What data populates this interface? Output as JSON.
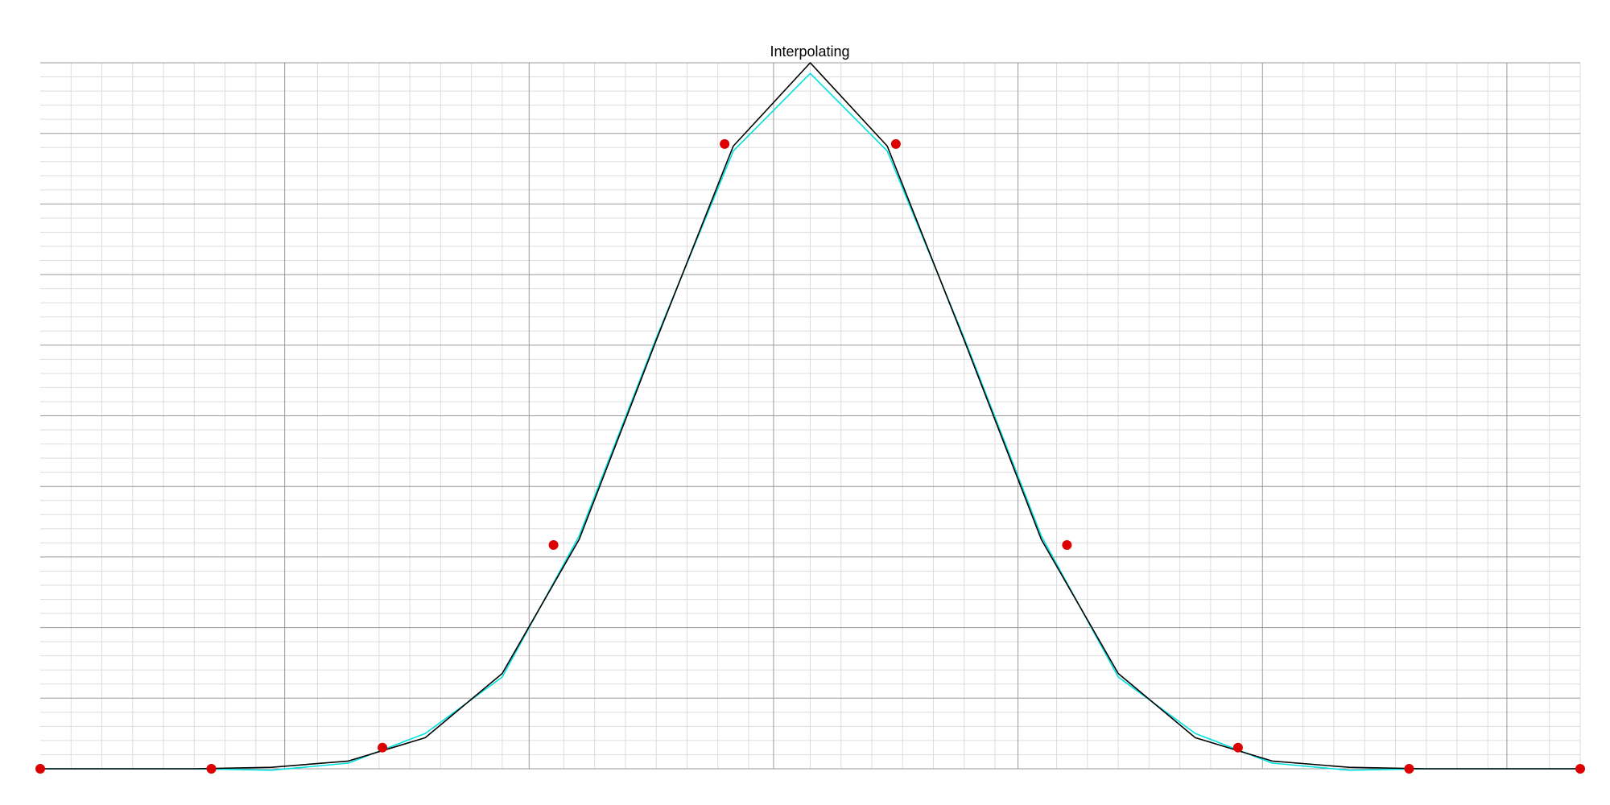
{
  "chart_data": {
    "type": "line",
    "title": "Interpolating",
    "xlabel": "",
    "ylabel": "",
    "xlim": [
      -5,
      5
    ],
    "ylim": [
      0,
      1
    ],
    "grid": true,
    "colors": {
      "true_curve": "#000000",
      "interpolant": "#00e0e0",
      "points": "#dd0000",
      "grid_major": "#999999",
      "grid_minor": "#dddddd"
    },
    "sample_points": {
      "x": [
        -5.0,
        -3.889,
        -2.778,
        -1.667,
        -0.556,
        0.556,
        1.667,
        2.778,
        3.889,
        5.0
      ],
      "y": [
        0.0,
        0.0,
        0.03,
        0.317,
        0.885,
        0.885,
        0.317,
        0.03,
        0.0,
        0.0
      ]
    },
    "series": [
      {
        "values_x": [
          -5.0,
          -4.5,
          -4.0,
          -3.5,
          -3.0,
          -2.5,
          -2.0,
          -1.5,
          -1.0,
          -0.5,
          0.0,
          0.5,
          1.0,
          1.5,
          2.0,
          2.5,
          3.0,
          3.5,
          4.0,
          4.5,
          5.0
        ],
        "values_y": [
          0.0,
          0.0,
          0.0,
          0.002,
          0.011,
          0.044,
          0.135,
          0.325,
          0.607,
          0.882,
          1.0,
          0.882,
          0.607,
          0.325,
          0.135,
          0.044,
          0.011,
          0.002,
          0.0,
          0.0,
          0.0
        ]
      },
      {
        "values_x": [
          -5.0,
          -4.5,
          -4.0,
          -3.5,
          -3.0,
          -2.5,
          -2.0,
          -1.5,
          -1.0,
          -0.5,
          0.0,
          0.5,
          1.0,
          1.5,
          2.0,
          2.5,
          3.0,
          3.5,
          4.0,
          4.5,
          5.0
        ],
        "values_y": [
          0.0,
          0.0,
          0.0,
          -0.002,
          0.008,
          0.05,
          0.13,
          0.33,
          0.61,
          0.875,
          0.985,
          0.875,
          0.61,
          0.33,
          0.13,
          0.05,
          0.008,
          -0.002,
          0.0,
          0.0,
          0.0
        ]
      }
    ]
  }
}
